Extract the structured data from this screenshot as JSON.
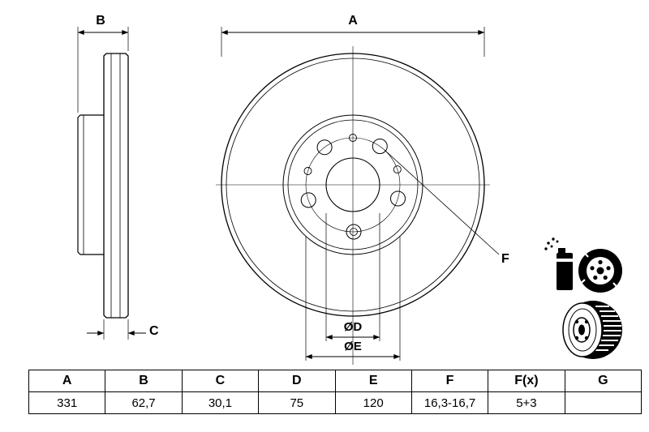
{
  "colors": {
    "line": "#000000",
    "background": "#ffffff"
  },
  "drawing": {
    "dim_a": "A",
    "dim_b": "B",
    "dim_c": "C",
    "dim_d": "ØD",
    "dim_e": "ØE",
    "dim_f": "F"
  },
  "icons": [
    {
      "name": "coating-spray-disc-icon"
    },
    {
      "name": "vented-brake-disc-icon"
    }
  ],
  "table": {
    "headers": [
      "A",
      "B",
      "C",
      "D",
      "E",
      "F",
      "F(x)",
      "G"
    ],
    "values": [
      "331",
      "62,7",
      "30,1",
      "75",
      "120",
      "16,3-16,7",
      "5+3",
      ""
    ]
  }
}
